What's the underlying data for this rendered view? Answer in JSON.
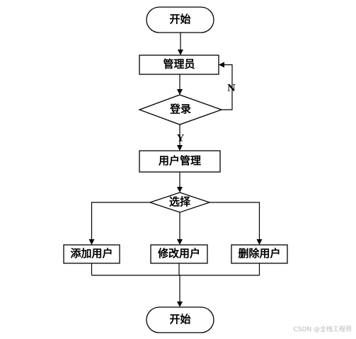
{
  "nodes": {
    "start": "开始",
    "admin": "管理员",
    "login": "登录",
    "user_mgmt": "用户管理",
    "select": "选择",
    "add_user": "添加用户",
    "edit_user": "修改用户",
    "delete_user": "删除用户",
    "end": "开始"
  },
  "edges": {
    "login_no": "N",
    "login_yes": "Y"
  },
  "watermark": "CSDN @全栈工程师"
}
